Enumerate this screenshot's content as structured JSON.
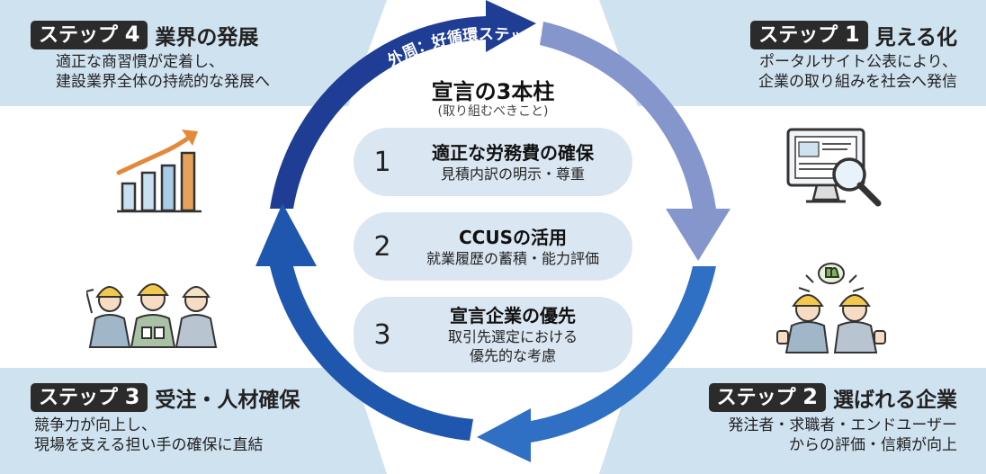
{
  "ring": {
    "label": "外周：好循環ステップ",
    "colors": {
      "dark": "#1f3d94",
      "light": "#7f92c9",
      "mid": "#2f6fc4",
      "deep": "#1f54ad",
      "label": "#ffffff"
    }
  },
  "center": {
    "title": "宣言の3本柱",
    "subtitle": "(取り組むべきこと)",
    "pillars": [
      {
        "num": "1",
        "title": "適正な労務費の確保",
        "lines": [
          "見積内訳の明示・尊重"
        ]
      },
      {
        "num": "2",
        "title": "CCUSの活用",
        "lines": [
          "就業履歴の蓄積・能力評価"
        ]
      },
      {
        "num": "3",
        "title": "宣言企業の優先",
        "lines": [
          "取引先選定における",
          "優先的な考慮"
        ]
      }
    ]
  },
  "steps": {
    "step1": {
      "chip": "ステップ",
      "num": "1",
      "title": "見える化",
      "lines": [
        "ポータルサイト公表により、",
        "企業の取り組みを社会へ発信"
      ],
      "icon": "monitor-magnifier-icon"
    },
    "step2": {
      "chip": "ステップ",
      "num": "2",
      "title": "選ばれる企業",
      "lines": [
        "発注者・求職者・エンドユーザー",
        "からの評価・信頼が向上"
      ],
      "icon": "workers-thumbs-up-icon"
    },
    "step3": {
      "chip": "ステップ",
      "num": "3",
      "title": "受注・人材確保",
      "lines": [
        "競争力が向上し、",
        "現場を支える担い手の確保に直結"
      ],
      "icon": "worker-team-icon"
    },
    "step4": {
      "chip": "ステップ",
      "num": "4",
      "title": "業界の発展",
      "lines": [
        "適正な商習慣が定着し、",
        "建設業界全体の持続的な発展へ"
      ],
      "icon": "growth-chart-icon"
    }
  }
}
